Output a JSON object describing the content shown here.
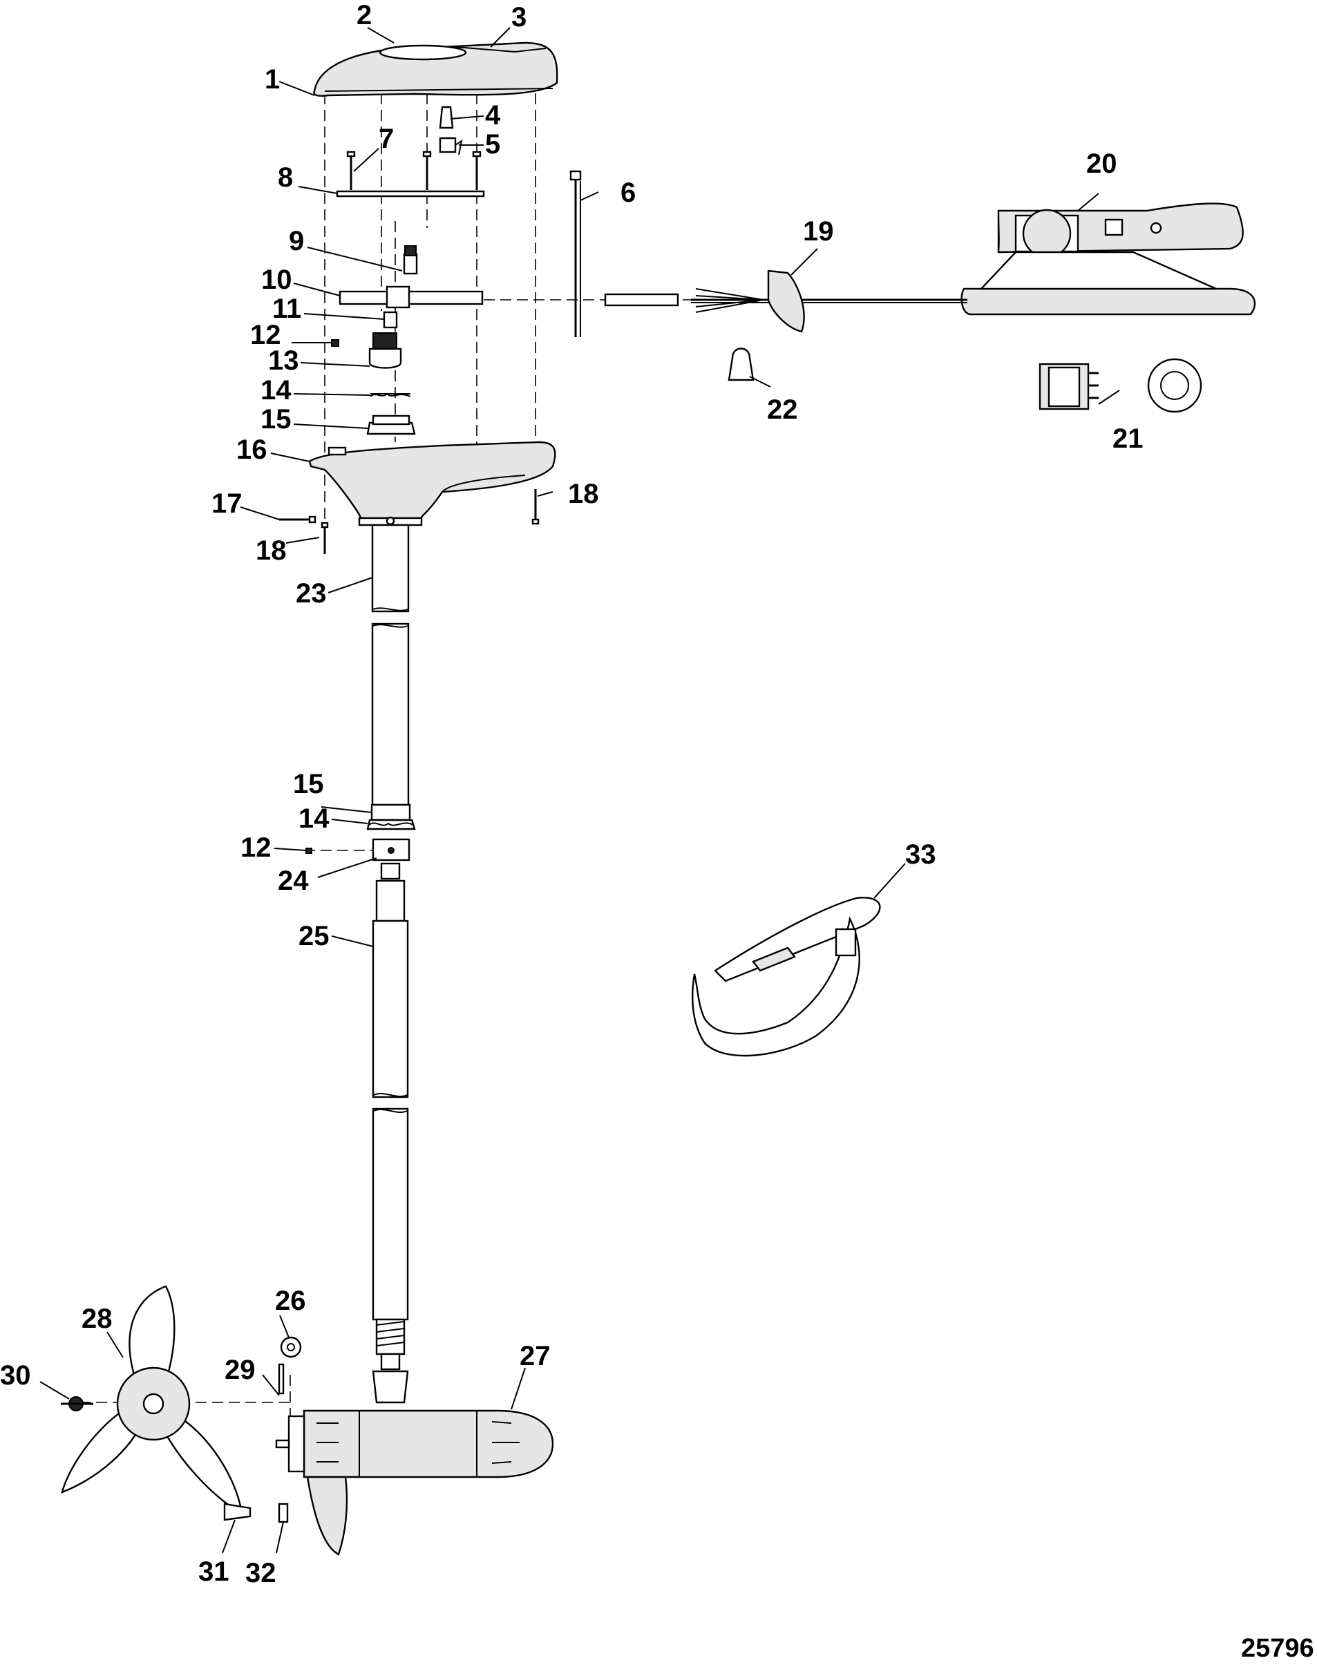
{
  "diagram": {
    "figure_id": "25796",
    "callouts": [
      "1",
      "2",
      "3",
      "4",
      "5",
      "6",
      "7",
      "8",
      "9",
      "10",
      "11",
      "12",
      "13",
      "14",
      "15",
      "16",
      "17",
      "18",
      "18",
      "19",
      "20",
      "21",
      "22",
      "23",
      "15",
      "14",
      "12",
      "24",
      "25",
      "26",
      "27",
      "28",
      "29",
      "30",
      "31",
      "32",
      "33"
    ]
  }
}
